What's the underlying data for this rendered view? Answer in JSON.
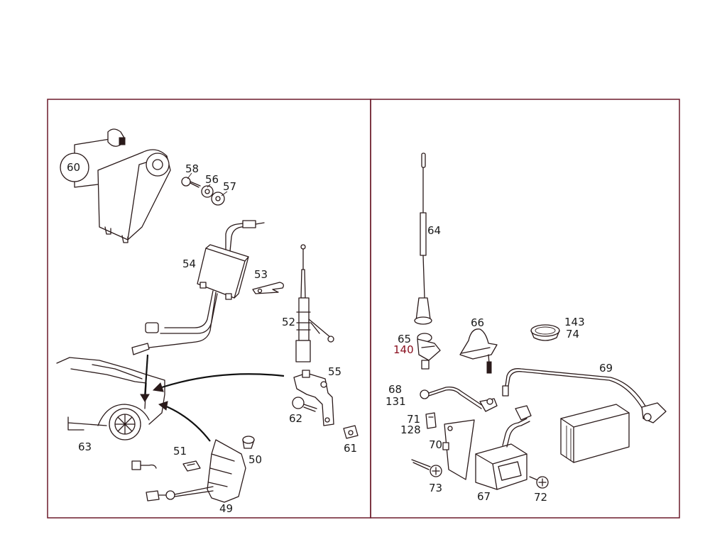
{
  "labels": {
    "p60": "60",
    "p58": "58",
    "p56": "56",
    "p57": "57",
    "p54": "54",
    "p53": "53",
    "p52": "52",
    "p55": "55",
    "p62": "62",
    "p61": "61",
    "p63": "63",
    "p51": "51",
    "p50": "50",
    "p49": "49",
    "p64": "64",
    "p66": "66",
    "p143": "143",
    "p74": "74",
    "p65": "65",
    "p140": "140",
    "p69": "69",
    "p68": "68",
    "p131": "131",
    "p71": "71",
    "p128": "128",
    "p70": "70",
    "p73": "73",
    "p67": "67",
    "p72": "72"
  },
  "colors": {
    "frame": "#6b1a2a",
    "line": "#2a1a1a",
    "accent_label": "#8a1020"
  }
}
